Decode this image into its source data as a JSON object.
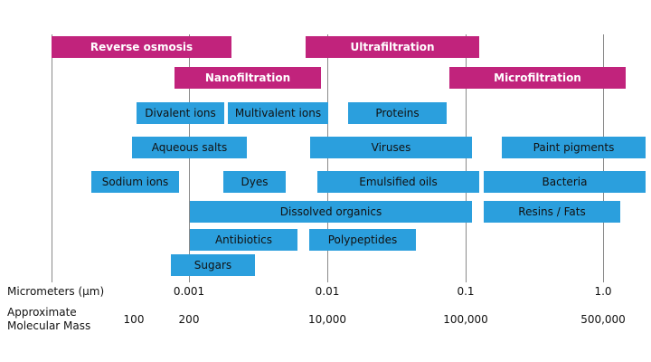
{
  "processes": [
    {
      "id": "reverse-osmosis",
      "label": "Reverse osmosis"
    },
    {
      "id": "ultrafiltration",
      "label": "Ultrafiltration"
    },
    {
      "id": "nanofiltration",
      "label": "Nanofiltration"
    },
    {
      "id": "microfiltration",
      "label": "Microfiltration"
    }
  ],
  "substances": [
    {
      "id": "divalent-ions",
      "label": "Divalent ions"
    },
    {
      "id": "multivalent-ions",
      "label": "Multivalent ions"
    },
    {
      "id": "proteins",
      "label": "Proteins"
    },
    {
      "id": "aqueous-salts",
      "label": "Aqueous salts"
    },
    {
      "id": "viruses",
      "label": "Viruses"
    },
    {
      "id": "paint-pigments",
      "label": "Paint pigments"
    },
    {
      "id": "sodium-ions",
      "label": "Sodium ions"
    },
    {
      "id": "dyes",
      "label": "Dyes"
    },
    {
      "id": "emulsified-oils",
      "label": "Emulsified oils"
    },
    {
      "id": "bacteria",
      "label": "Bacteria"
    },
    {
      "id": "dissolved-organics",
      "label": "Dissolved organics"
    },
    {
      "id": "resins-fats",
      "label": "Resins / Fats"
    },
    {
      "id": "antibiotics",
      "label": "Antibiotics"
    },
    {
      "id": "polypeptides",
      "label": "Polypeptides"
    },
    {
      "id": "sugars",
      "label": "Sugars"
    }
  ],
  "axis": {
    "micrometers_label": "Micrometers (µm)",
    "micrometer_ticks": [
      "0.001",
      "0.01",
      "0.1",
      "1.0"
    ],
    "mass_label_line1": "Approximate",
    "mass_label_line2": "Molecular Mass",
    "mass_ticks": [
      "100",
      "200",
      "10,000",
      "100,000",
      "500,000"
    ]
  },
  "colors": {
    "process": "#c1237c",
    "substance": "#2b9fdd",
    "gridline": "#8a8a8a"
  }
}
